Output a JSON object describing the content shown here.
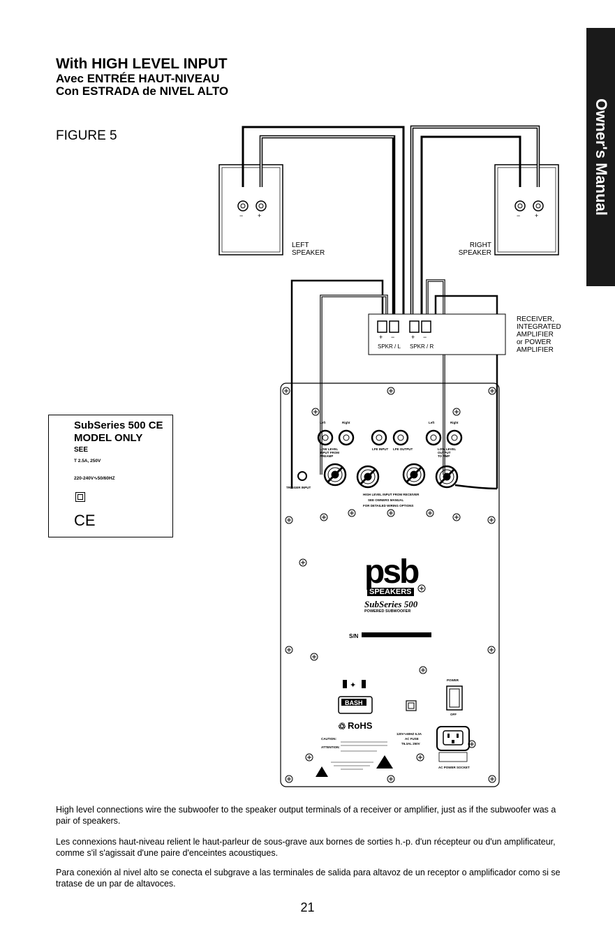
{
  "side_tab": "Owner's Manual",
  "heading": {
    "en": "With HIGH LEVEL INPUT",
    "fr": "Avec ENTRÉE HAUT-NIVEAU",
    "es": "Con ESTRADA de NIVEL ALTO"
  },
  "figure_label": "FIGURE 5",
  "speakers": {
    "left_label": [
      "LEFT",
      "SPEAKER"
    ],
    "right_label": [
      "RIGHT",
      "SPEAKER"
    ],
    "terminal_minus": "−",
    "terminal_plus": "+"
  },
  "receiver": {
    "label": [
      "RECEIVER,",
      "INTEGRATED",
      "AMPLIFIER",
      "or POWER",
      "AMPLIFIER"
    ],
    "spkr_l": "SPKR / L",
    "spkr_r": "SPKR / R",
    "plus": "+",
    "minus": "−"
  },
  "ce_box": {
    "title1": "SubSeries 500 CE",
    "title2": "MODEL ONLY",
    "see": "SEE",
    "fuse": "T 2.5A, 250V",
    "voltage": "220-240V∿50/60HZ"
  },
  "panel": {
    "left": "Left",
    "right": "Right",
    "low_level": [
      "LOW LEVEL",
      "INPUT FROM",
      "PREAMP"
    ],
    "lfe_input": "LFE INPUT",
    "lfe_output": "LFE OUTPUT",
    "low_level_out": [
      "LOW LEVEL",
      "OUTPUT",
      "TO AMP"
    ],
    "trigger": "TRIGGER INPUT",
    "high_level": [
      "HIGH LEVEL INPUT FROM RECEIVER",
      "SEE OWNERS MANUAL",
      "FOR DETAILED WIRING OPTIONS"
    ],
    "brand": "psb",
    "brand_sub": "SPEAKERS",
    "model": "SubSeries 500",
    "model_sub": "POWERED SUBWOOFER",
    "sn": "S/N",
    "power": "POWER",
    "off": "OFF",
    "ac_socket": "AC POWER SOCKET",
    "rohs": "RoHS",
    "bash": "BASH",
    "caution": "CAUTION:",
    "attention": "ATTENTION:",
    "fuse_spec": [
      "120V∿60HZ 6.3A",
      "AC FUSE",
      "T6.3AL 250V"
    ]
  },
  "paragraphs": [
    "High level connections wire the subwoofer to the speaker output terminals of a receiver or amplifier, just as if the subwoofer was a pair of speakers.",
    "Les connexions haut-niveau relient le haut-parleur de sous-grave aux bornes de sorties h.-p. d'un récepteur ou d'un amplificateur, comme s'il s'agissait d'une paire d'enceintes acoustiques.",
    "Para conexión al nivel alto se conecta el subgrave a las terminales de salida para altavoz de un receptor o amplificador como si se tratase de un par de altavoces."
  ],
  "page_number": "21"
}
